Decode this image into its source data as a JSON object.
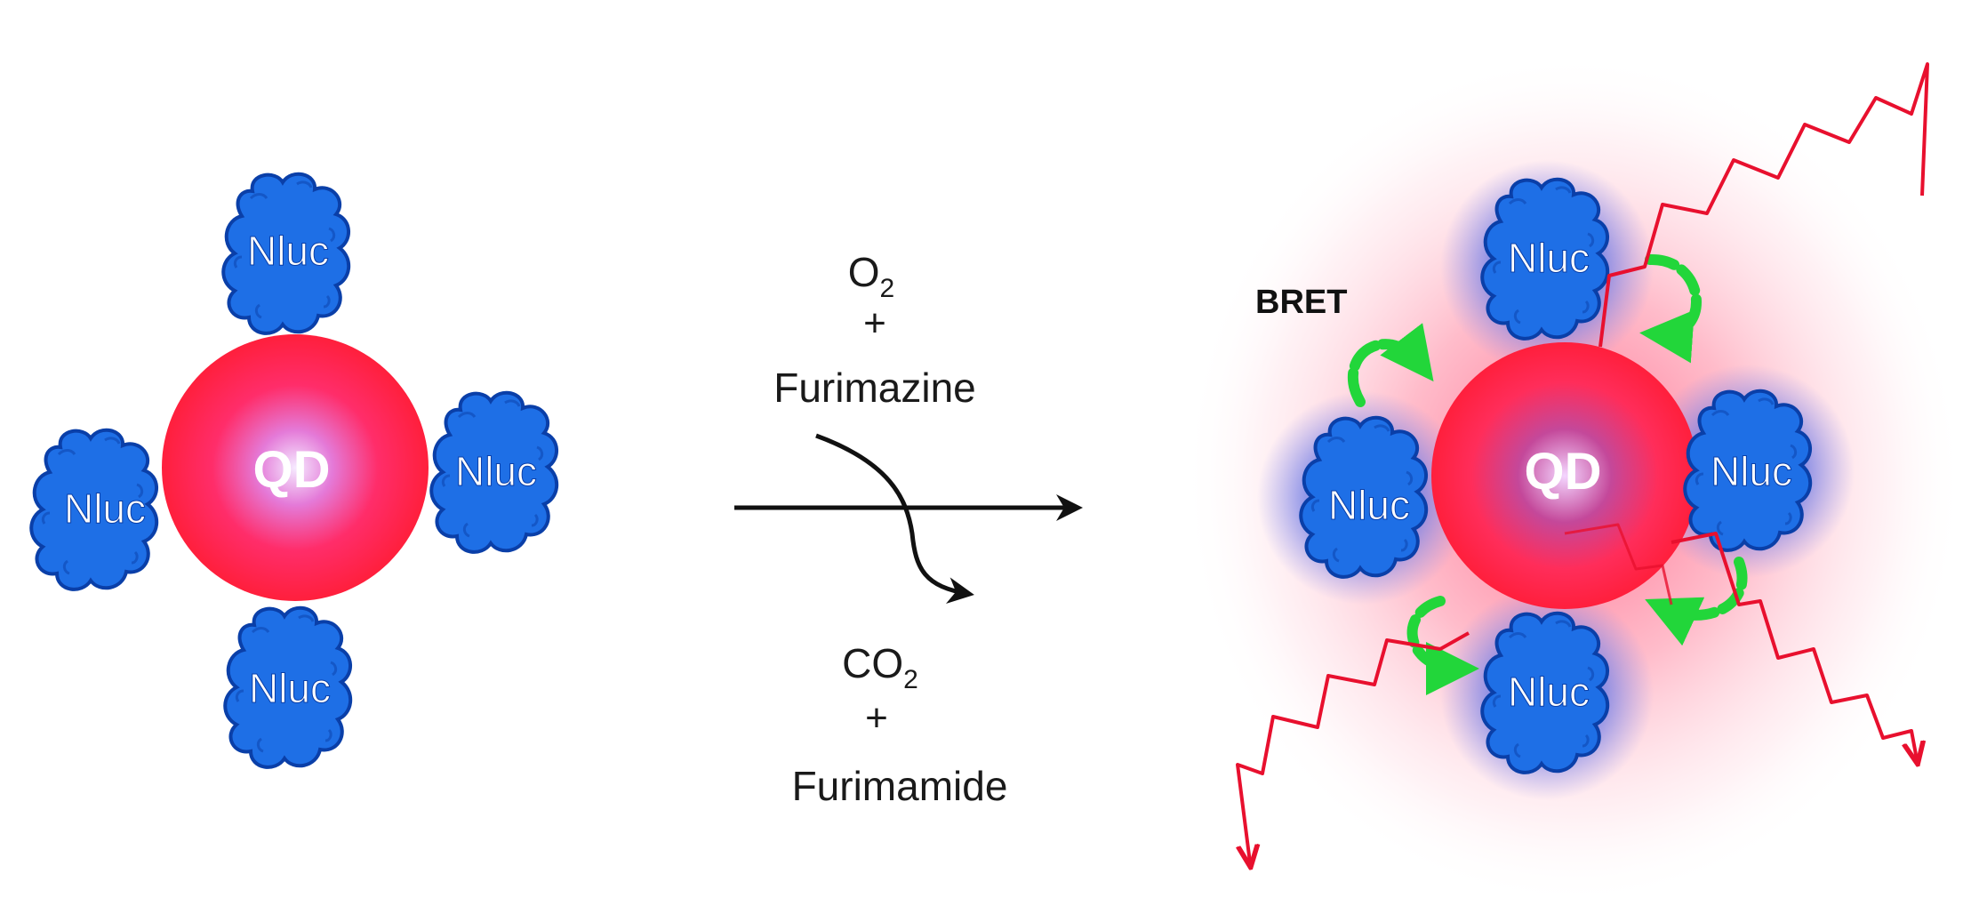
{
  "left_complex": {
    "core_label": "QD",
    "enzymes": [
      "Nluc",
      "Nluc",
      "Nluc",
      "Nluc"
    ]
  },
  "reaction": {
    "reactant_1_base": "O",
    "reactant_1_sub": "2",
    "plus_1": "+",
    "reactant_2": "Furimazine",
    "product_1_base": "CO",
    "product_1_sub": "2",
    "plus_2": "+",
    "product_2": "Furimamide"
  },
  "right_complex": {
    "core_label": "QD",
    "enzymes": [
      "Nluc",
      "Nluc",
      "Nluc",
      "Nluc"
    ],
    "transfer_label": "BRET"
  },
  "colors": {
    "qd_core": "#ff1f4e",
    "nluc_fill": "#1e6fe6",
    "nluc_stroke": "#0a3fa8",
    "bret_arrow": "#22d63a",
    "emission": "#e8102e",
    "glow": "#ff6a8a"
  },
  "icons": [
    "cloud-blob-enzyme",
    "wavy-photon-arrow",
    "curved-green-arrow"
  ]
}
